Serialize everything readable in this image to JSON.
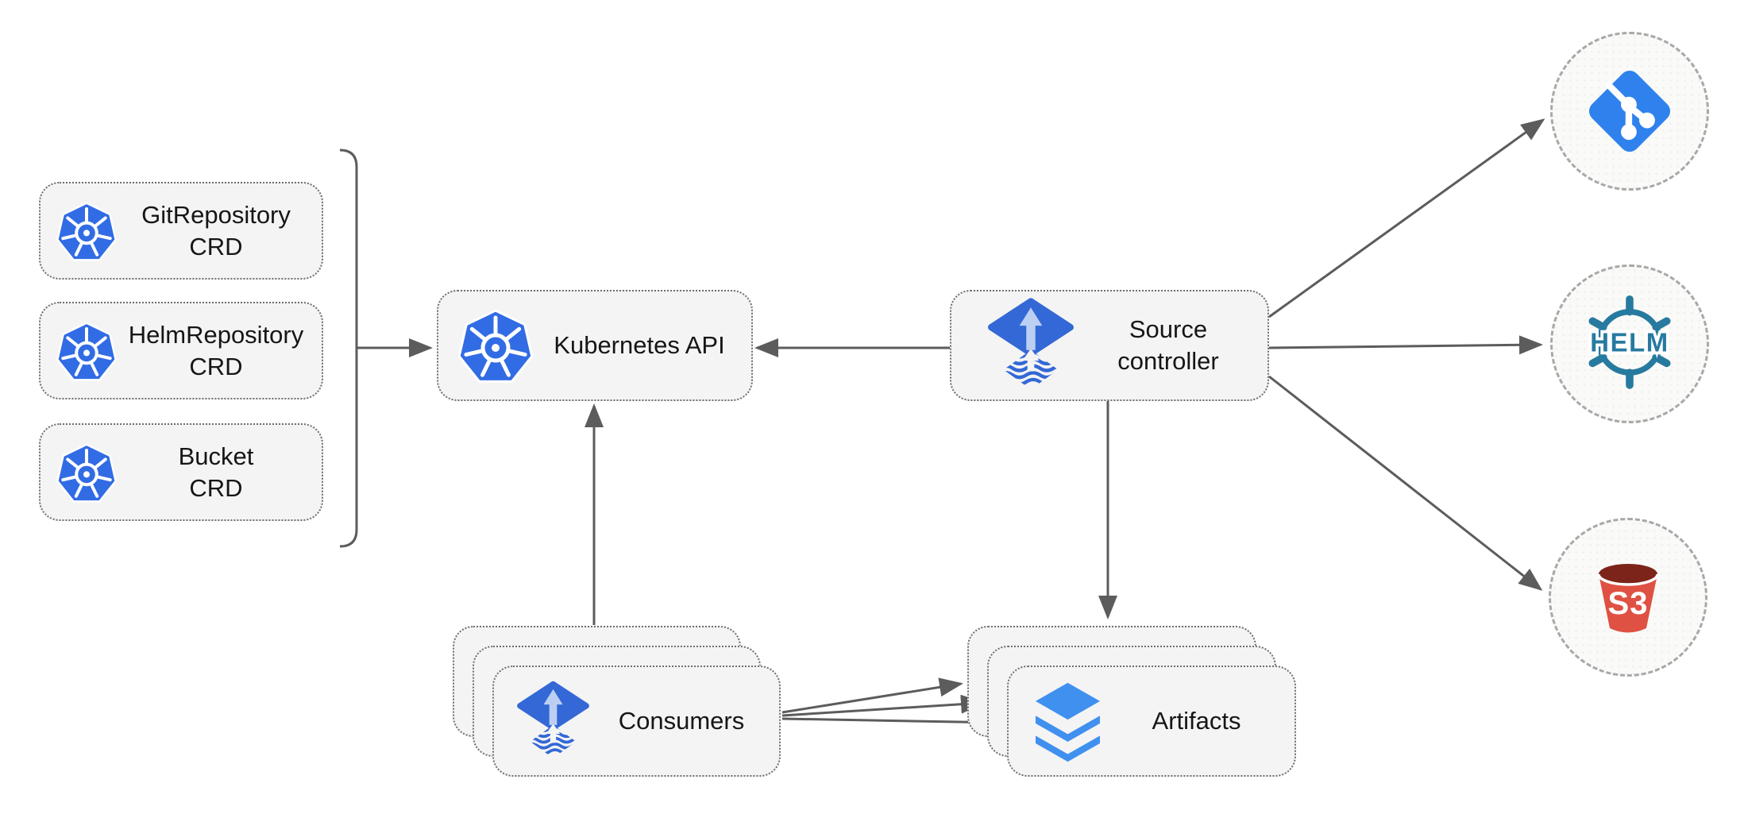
{
  "title": "Flux source-controller architecture diagram",
  "colors": {
    "line": "#5c5c5c",
    "box-border": "#6e6e6e",
    "box-fill": "#f4f4f4",
    "circle-fill": "#fafaf8",
    "circle-border": "#a8a8a8",
    "text": "#161616",
    "kubernetes-blue": "#326ce5",
    "flux-blue": "#3368d6",
    "flux-light": "#bccff2",
    "git-blue": "#2f81ed",
    "helm-teal": "#277a9f",
    "s3-red": "#df5142",
    "s3-dark": "#7c241a",
    "layers-blue": "#4090ef"
  },
  "nodes": {
    "git_repository_crd": "GitRepository\nCRD",
    "helm_repository_crd": "HelmRepository\nCRD",
    "bucket_crd": "Bucket\nCRD",
    "kubernetes_api": "Kubernetes API",
    "source_controller": "Source\ncontroller",
    "consumers": "Consumers",
    "artifacts": "Artifacts"
  },
  "external_sources": {
    "git": {
      "icon": "git-icon"
    },
    "helm": {
      "icon": "helm-icon",
      "text": "HELM"
    },
    "s3": {
      "icon": "s3-bucket-icon",
      "text": "S3"
    }
  },
  "edges": [
    {
      "from": "crd-bracket",
      "to": "kubernetes-api"
    },
    {
      "from": "source-controller",
      "to": "kubernetes-api"
    },
    {
      "from": "consumers",
      "to": "kubernetes-api"
    },
    {
      "from": "source-controller",
      "to": "artifacts"
    },
    {
      "from": "source-controller",
      "to": "git"
    },
    {
      "from": "source-controller",
      "to": "helm"
    },
    {
      "from": "source-controller",
      "to": "s3"
    },
    {
      "from": "consumers",
      "to": "artifacts",
      "count": 3
    }
  ]
}
